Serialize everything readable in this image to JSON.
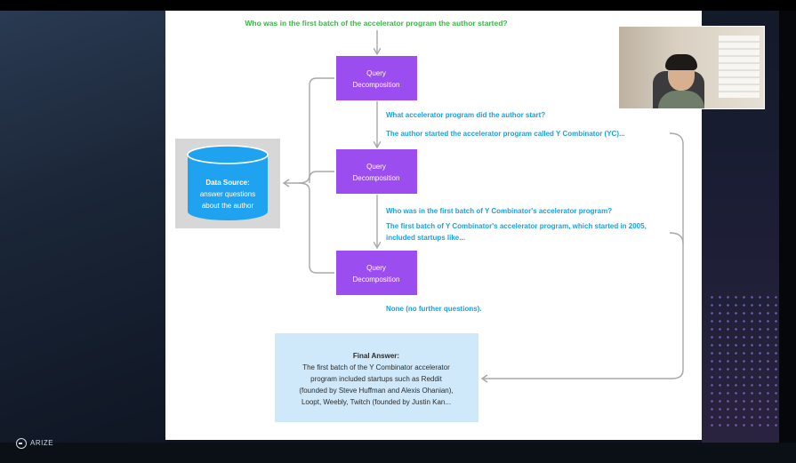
{
  "diagram": {
    "question": "Who was in the first batch of the accelerator program the author started?",
    "query_box_label_line1": "Query",
    "query_box_label_line2": "Decomposition",
    "data_source": {
      "line1": "Data Source:",
      "line2": "answer questions",
      "line3": "about the author"
    },
    "sub_q1": "What accelerator program did the author start?",
    "ans1": "The author started the accelerator program called Y Combinator (YC)...",
    "sub_q2": "Who was in the first batch of Y Combinator's accelerator program?",
    "ans2_line1": "The first batch of Y Combinator's accelerator program, which started in 2005,",
    "ans2_line2": "included startups like...",
    "none_text": "None (no further questions).",
    "final": {
      "title": "Final Answer:",
      "line1": "The first batch of the Y Combinator accelerator",
      "line2": "program included startups such as Reddit",
      "line3": "(founded by Steve Huffman and Alexis Ohanian),",
      "line4": "Loopt, Weebly, Twitch (founded by Justin Kan..."
    },
    "colors": {
      "question_green": "#3bb84a",
      "purple": "#9b4df0",
      "blue_text": "#1ba0de",
      "db_blue": "#1fa2f0",
      "final_bg": "#cfe9fb",
      "arrow_gray": "#a8a8a8"
    }
  },
  "branding": {
    "logo_text": "ARIZE"
  }
}
